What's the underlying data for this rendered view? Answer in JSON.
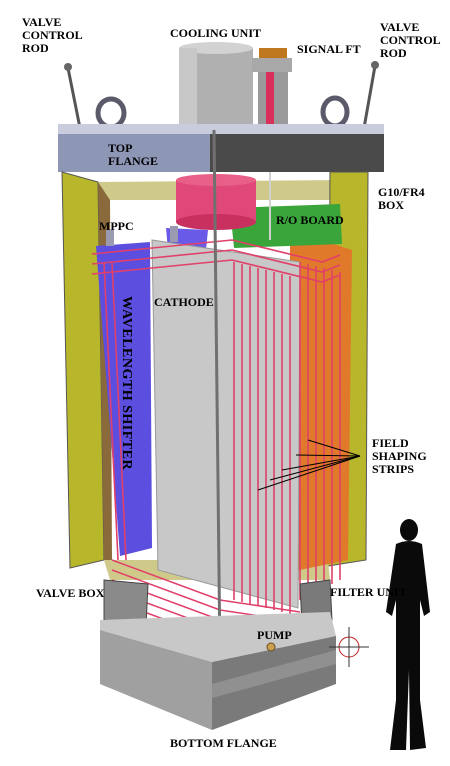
{
  "labels": {
    "valve_control_rod_left": "VALVE\nCONTROL\nROD",
    "cooling_unit": "COOLING UNIT",
    "signal_ft": "SIGNAL FT",
    "valve_control_rod_right": "VALVE\nCONTROL\nROD",
    "top_flange": "TOP\nFLANGE",
    "g10_box": "G10/FR4\nBOX",
    "mppc": "MPPC",
    "ro_board": "R/O BOARD",
    "cathode": "CATHODE",
    "wavelength_shifter": "WAVELENGTH SHIFTER",
    "field_shaping_strips": "FIELD\nSHAPING\nSTRIPS",
    "valve_box": "VALVE BOX",
    "filter_unit": "FILTER UNIT",
    "pump": "PUMP",
    "bottom_flange": "BOTTOM FLANGE"
  },
  "colors": {
    "g10_box": "#b8b62a",
    "g10_box_inner": "#cfc98a",
    "flange": "#8e96b6",
    "flange_dark": "#4a4a4a",
    "wavelength_shifter": "#5c4fe0",
    "cathode": "#c8c8c8",
    "strips": "#e0406a",
    "ro_board": "#3aa53a",
    "orange_back": "#e07a2a",
    "cooling_unit": "#b4b4b4",
    "pink_block": "#e0487a"
  }
}
